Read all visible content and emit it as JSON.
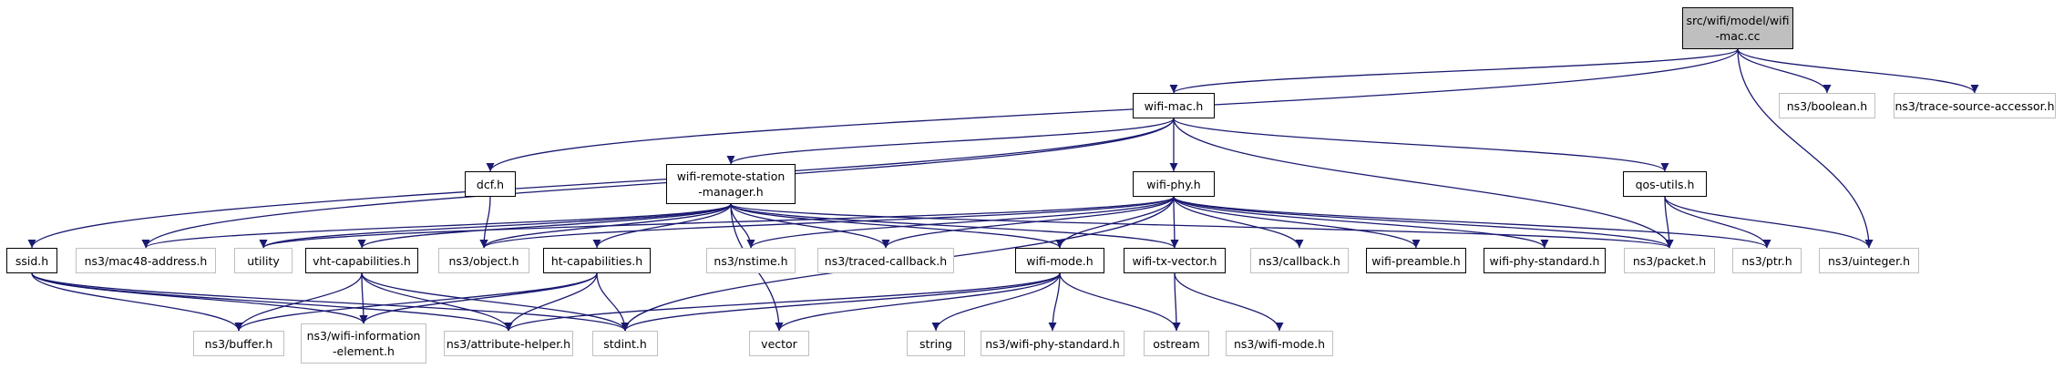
{
  "colors": {
    "edge": "#191970",
    "node_border": "#000000",
    "external_border": "#bfbfbf",
    "root_fill": "#bfbfbf"
  },
  "nodes": {
    "root": "src/wifi/model/wifi\n-mac.cc",
    "wifi_mac_h": "wifi-mac.h",
    "ns3_boolean_h": "ns3/boolean.h",
    "ns3_trace_source_accessor_h": "ns3/trace-source-accessor.h",
    "dcf_h": "dcf.h",
    "wifi_remote_station_manager_h": "wifi-remote-station\n-manager.h",
    "wifi_phy_h": "wifi-phy.h",
    "qos_utils_h": "qos-utils.h",
    "ssid_h": "ssid.h",
    "ns3_mac48_address_h": "ns3/mac48-address.h",
    "utility": "utility",
    "vht_capabilities_h": "vht-capabilities.h",
    "ns3_object_h": "ns3/object.h",
    "ht_capabilities_h": "ht-capabilities.h",
    "ns3_nstime_h": "ns3/nstime.h",
    "ns3_traced_callback_h": "ns3/traced-callback.h",
    "wifi_mode_h": "wifi-mode.h",
    "wifi_tx_vector_h": "wifi-tx-vector.h",
    "ns3_callback_h": "ns3/callback.h",
    "wifi_preamble_h": "wifi-preamble.h",
    "wifi_phy_standard_h": "wifi-phy-standard.h",
    "ns3_packet_h": "ns3/packet.h",
    "ns3_ptr_h": "ns3/ptr.h",
    "ns3_uinteger_h": "ns3/uinteger.h",
    "ns3_buffer_h": "ns3/buffer.h",
    "ns3_wifi_information_element_h": "ns3/wifi-information\n-element.h",
    "ns3_attribute_helper_h": "ns3/attribute-helper.h",
    "stdint_h": "stdint.h",
    "vector": "vector",
    "string": "string",
    "ns3_wifi_phy_standard_h": "ns3/wifi-phy-standard.h",
    "ostream": "ostream",
    "ns3_wifi_mode_h": "ns3/wifi-mode.h"
  },
  "edges": [
    [
      "root",
      "wifi_mac_h"
    ],
    [
      "root",
      "ns3_boolean_h"
    ],
    [
      "root",
      "ns3_trace_source_accessor_h"
    ],
    [
      "root",
      "dcf_h"
    ],
    [
      "root",
      "ns3_uinteger_h"
    ],
    [
      "wifi_mac_h",
      "wifi_remote_station_manager_h"
    ],
    [
      "wifi_mac_h",
      "wifi_phy_h"
    ],
    [
      "wifi_mac_h",
      "qos_utils_h"
    ],
    [
      "wifi_mac_h",
      "ssid_h"
    ],
    [
      "wifi_mac_h",
      "ns3_mac48_address_h"
    ],
    [
      "wifi_mac_h",
      "ns3_packet_h"
    ],
    [
      "dcf_h",
      "ns3_object_h"
    ],
    [
      "wifi_remote_station_manager_h",
      "ns3_mac48_address_h"
    ],
    [
      "wifi_remote_station_manager_h",
      "utility"
    ],
    [
      "wifi_remote_station_manager_h",
      "vht_capabilities_h"
    ],
    [
      "wifi_remote_station_manager_h",
      "ns3_object_h"
    ],
    [
      "wifi_remote_station_manager_h",
      "ht_capabilities_h"
    ],
    [
      "wifi_remote_station_manager_h",
      "ns3_nstime_h"
    ],
    [
      "wifi_remote_station_manager_h",
      "ns3_traced_callback_h"
    ],
    [
      "wifi_remote_station_manager_h",
      "wifi_mode_h"
    ],
    [
      "wifi_remote_station_manager_h",
      "wifi_tx_vector_h"
    ],
    [
      "wifi_remote_station_manager_h",
      "ns3_packet_h"
    ],
    [
      "wifi_remote_station_manager_h",
      "vector"
    ],
    [
      "wifi_phy_h",
      "utility"
    ],
    [
      "wifi_phy_h",
      "ns3_object_h"
    ],
    [
      "wifi_phy_h",
      "ns3_nstime_h"
    ],
    [
      "wifi_phy_h",
      "ns3_traced_callback_h"
    ],
    [
      "wifi_phy_h",
      "wifi_mode_h"
    ],
    [
      "wifi_phy_h",
      "wifi_tx_vector_h"
    ],
    [
      "wifi_phy_h",
      "ns3_callback_h"
    ],
    [
      "wifi_phy_h",
      "wifi_preamble_h"
    ],
    [
      "wifi_phy_h",
      "wifi_phy_standard_h"
    ],
    [
      "wifi_phy_h",
      "ns3_packet_h"
    ],
    [
      "wifi_phy_h",
      "ns3_ptr_h"
    ],
    [
      "wifi_phy_h",
      "stdint_h"
    ],
    [
      "qos_utils_h",
      "ns3_packet_h"
    ],
    [
      "qos_utils_h",
      "ns3_ptr_h"
    ],
    [
      "qos_utils_h",
      "ns3_uinteger_h"
    ],
    [
      "ssid_h",
      "ns3_buffer_h"
    ],
    [
      "ssid_h",
      "ns3_wifi_information_element_h"
    ],
    [
      "ssid_h",
      "ns3_attribute_helper_h"
    ],
    [
      "ssid_h",
      "stdint_h"
    ],
    [
      "vht_capabilities_h",
      "ns3_buffer_h"
    ],
    [
      "vht_capabilities_h",
      "ns3_wifi_information_element_h"
    ],
    [
      "vht_capabilities_h",
      "ns3_attribute_helper_h"
    ],
    [
      "vht_capabilities_h",
      "stdint_h"
    ],
    [
      "ht_capabilities_h",
      "ns3_buffer_h"
    ],
    [
      "ht_capabilities_h",
      "ns3_wifi_information_element_h"
    ],
    [
      "ht_capabilities_h",
      "ns3_attribute_helper_h"
    ],
    [
      "ht_capabilities_h",
      "stdint_h"
    ],
    [
      "wifi_mode_h",
      "ns3_attribute_helper_h"
    ],
    [
      "wifi_mode_h",
      "stdint_h"
    ],
    [
      "wifi_mode_h",
      "vector"
    ],
    [
      "wifi_mode_h",
      "string"
    ],
    [
      "wifi_mode_h",
      "ns3_wifi_phy_standard_h"
    ],
    [
      "wifi_mode_h",
      "ostream"
    ],
    [
      "wifi_tx_vector_h",
      "ostream"
    ],
    [
      "wifi_tx_vector_h",
      "ns3_wifi_mode_h"
    ]
  ]
}
